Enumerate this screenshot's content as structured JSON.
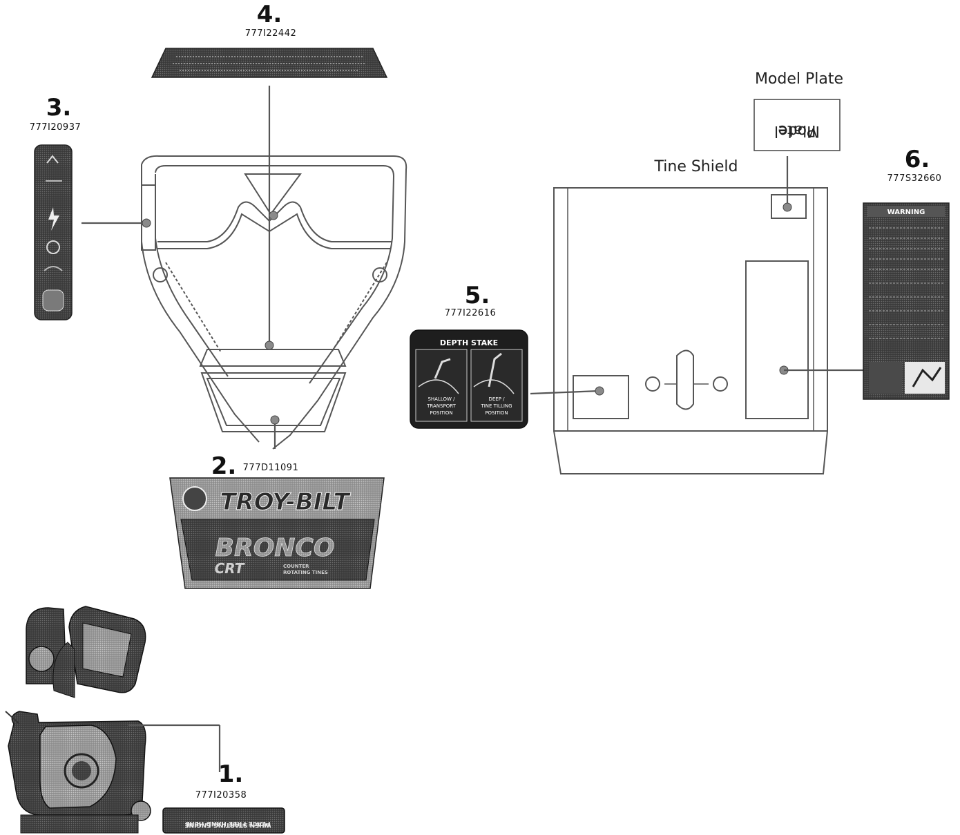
{
  "callouts": [
    {
      "number": "1.",
      "part": "777I20358"
    },
    {
      "number": "2.",
      "part": "777D11091"
    },
    {
      "number": "3.",
      "part": "777I20937"
    },
    {
      "number": "4.",
      "part": "777I22442"
    },
    {
      "number": "5.",
      "part": "777I22616"
    },
    {
      "number": "6.",
      "part": "777S32660"
    }
  ],
  "labels": {
    "model_plate_caption": "Model Plate",
    "model_plate_box": [
      "Model",
      "Plate"
    ],
    "tine_shield": "Tine Shield"
  },
  "decals": {
    "engine_decal": [
      "WHEN STARTING ENGINE",
      "PLACE FREE HAND HERE"
    ],
    "brand": "TROY-BILT",
    "model": "BRONCO",
    "series": "CRT",
    "series_sub": [
      "COUNTER",
      "ROTATING TINES"
    ],
    "depth_title": "DEPTH STAKE",
    "depth_left": [
      "SHALLOW /",
      "TRANSPORT",
      "POSITION"
    ],
    "depth_right": [
      "DEEP /",
      "TINE TILLING",
      "POSITION"
    ],
    "warning_title": "WARNING"
  }
}
